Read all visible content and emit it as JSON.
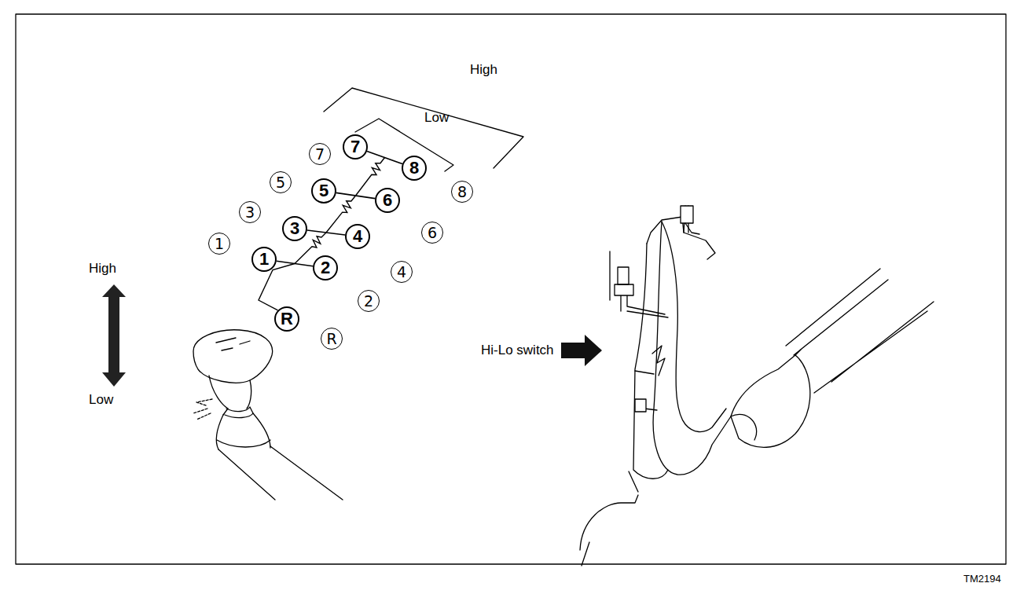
{
  "diagram": {
    "nodes": [
      {
        "text": [
          "7"
        ]
      },
      {
        "text": [
          "8"
        ]
      },
      {
        "text": [
          "5"
        ]
      },
      {
        "text": [
          "6"
        ]
      },
      {
        "text": [
          "3"
        ]
      },
      {
        "text": [
          "4"
        ]
      },
      {
        "text": [
          "1"
        ]
      },
      {
        "text": [
          "2"
        ]
      },
      {
        "text": [
          "R"
        ]
      },
      {
        "text": [
          "7"
        ]
      },
      {
        "text": [
          "5"
        ]
      },
      {
        "text": [
          "3"
        ]
      },
      {
        "text": [
          "1"
        ]
      },
      {
        "text": [
          "8"
        ]
      },
      {
        "text": [
          "6"
        ]
      },
      {
        "text": [
          "4"
        ]
      },
      {
        "text": [
          "2"
        ]
      },
      {
        "text": [
          "R"
        ]
      }
    ],
    "edges": [
      {
        "from": 0,
        "to": 1,
        "arrow": "none"
      },
      {
        "from": 2,
        "to": 3,
        "arrow": "none"
      },
      {
        "from": 4,
        "to": 5,
        "arrow": "none"
      },
      {
        "from": 6,
        "to": 7,
        "arrow": "none"
      }
    ],
    "labels": [
      "High",
      "Low",
      "High",
      "Low",
      "Hi-Lo switch",
      "TM2194"
    ]
  }
}
